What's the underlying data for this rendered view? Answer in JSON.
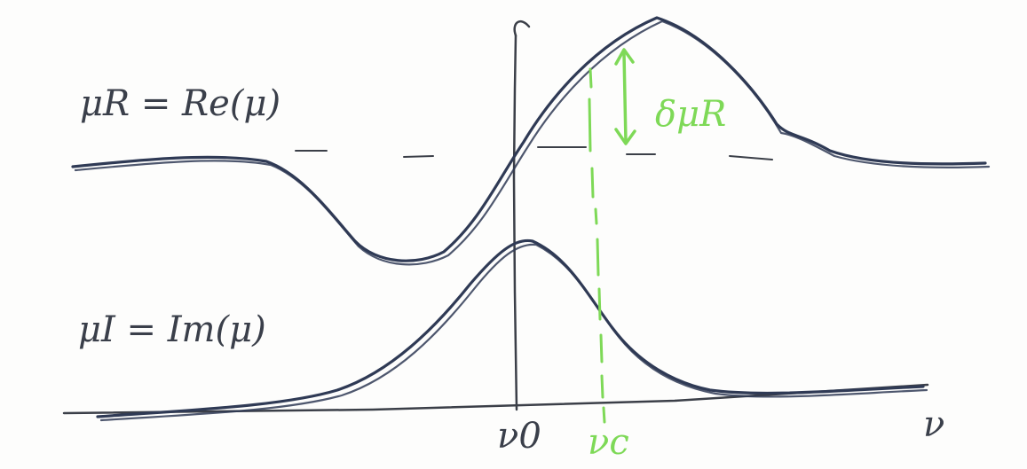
{
  "labels": {
    "real_part": "μR = Re(μ)",
    "imag_part": "μI = Im(μ)",
    "delta": "δμR",
    "v0": "ν0",
    "vc": "νc",
    "v_axis": "ν"
  },
  "colors": {
    "curve_ink": "#2f3a55",
    "pencil": "#3b3f48",
    "highlight_green": "#7ed957"
  }
}
